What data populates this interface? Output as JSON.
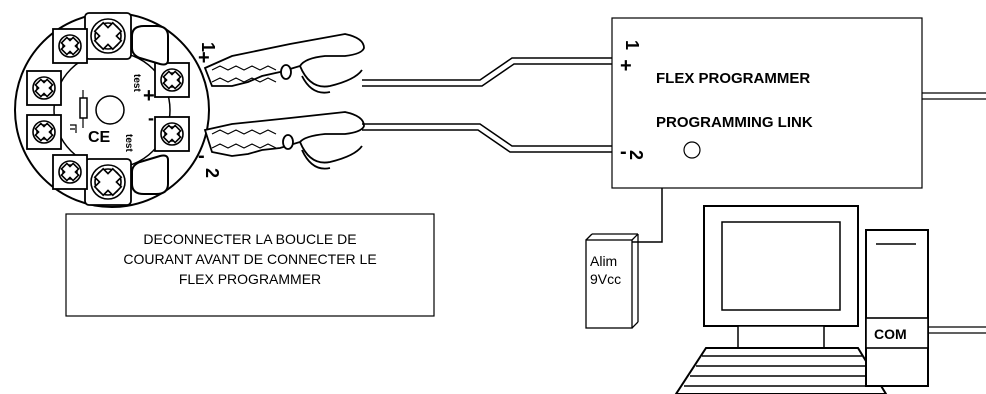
{
  "transmitter": {
    "test_top": "test",
    "test_bottom": "test",
    "plus": "+",
    "minus": "-",
    "ce_mark": "CE"
  },
  "clips": {
    "top_number": "1",
    "top_sign": "+",
    "bottom_sign": "-",
    "bottom_number": "2"
  },
  "warning": {
    "line1": "DECONNECTER LA BOUCLE DE",
    "line2": "COURANT AVANT DE CONNECTER LE",
    "line3": "FLEX PROGRAMMER"
  },
  "programmer": {
    "title": "FLEX PROGRAMMER",
    "subtitle": "PROGRAMMING LINK",
    "term_top_number": "1",
    "term_top_sign": "+",
    "term_bottom_sign": "-",
    "term_bottom_number": "2"
  },
  "power": {
    "line1": "Alim",
    "line2": "9Vcc"
  },
  "computer": {
    "port_label": "COM"
  }
}
